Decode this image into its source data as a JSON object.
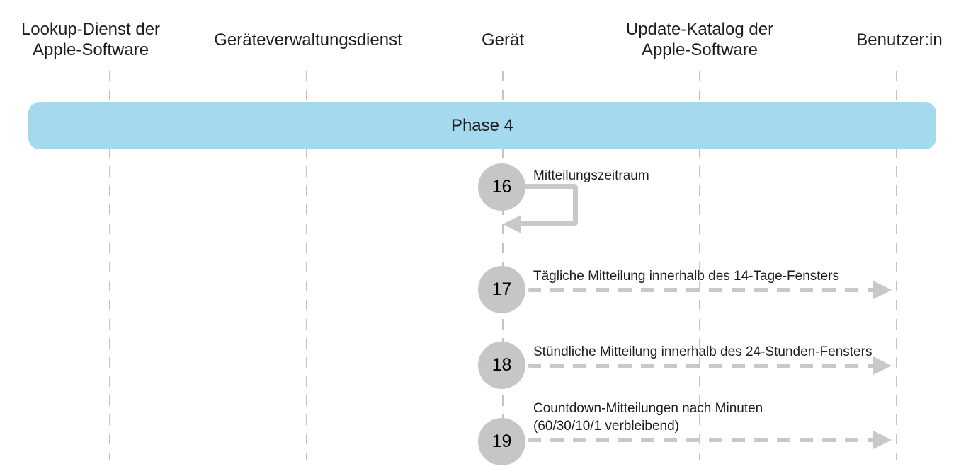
{
  "colors": {
    "phase_banner": "#a5d9ee",
    "shape_gray": "#c6c6c6",
    "line_gray": "#c8c8c8",
    "lifeline_gray": "#c4c4c4",
    "text": "#1d1d1f"
  },
  "columns": [
    {
      "label": "Lookup-Dienst der\nApple-Software"
    },
    {
      "label": "Geräteverwaltungsdienst"
    },
    {
      "label": "Gerät"
    },
    {
      "label": "Update-Katalog der\nApple-Software"
    },
    {
      "label": "Benutzer:in"
    }
  ],
  "phase": {
    "label": "Phase 4"
  },
  "steps": [
    {
      "number": "16",
      "label": "Mitteilungszeitraum",
      "from": "Gerät",
      "to": "Gerät",
      "arrow": "self-loop"
    },
    {
      "number": "17",
      "label": "Tägliche Mitteilung innerhalb des 14-Tage-Fensters",
      "from": "Gerät",
      "to": "Benutzer:in",
      "arrow": "dashed-right"
    },
    {
      "number": "18",
      "label": "Stündliche Mitteilung innerhalb des 24-Stunden-Fensters",
      "from": "Gerät",
      "to": "Benutzer:in",
      "arrow": "dashed-right"
    },
    {
      "number": "19",
      "label": "Countdown-Mitteilungen nach Minuten\n(60/30/10/1 verbleibend)",
      "from": "Gerät",
      "to": "Benutzer:in",
      "arrow": "dashed-right"
    }
  ]
}
